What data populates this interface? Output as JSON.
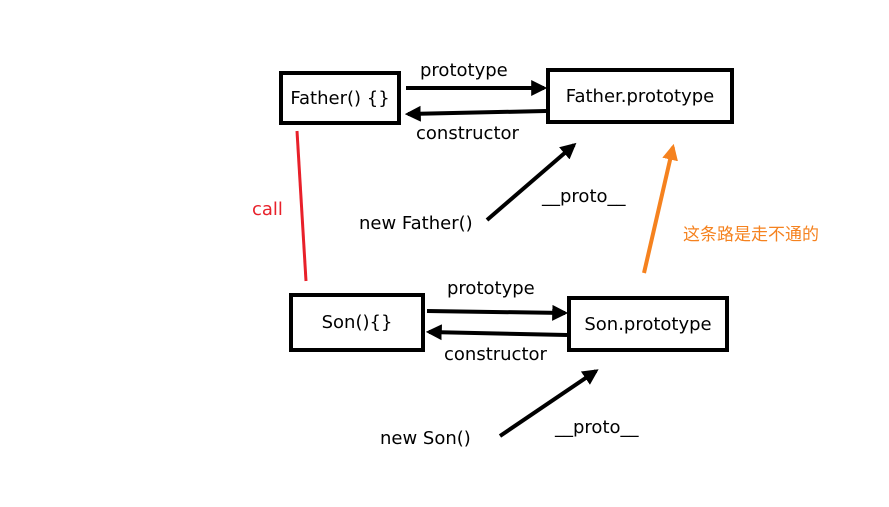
{
  "boxes": {
    "father": "Father() {}",
    "father_prototype": "Father.prototype",
    "son": "Son(){}",
    "son_prototype": "Son.prototype"
  },
  "labels": {
    "prototype_top": "prototype",
    "constructor_top": "constructor",
    "new_father": "new Father()",
    "proto_top": "__proto__",
    "call": "call",
    "prototype_bottom": "prototype",
    "constructor_bottom": "constructor",
    "new_son": "new Son()",
    "proto_bottom": "__proto__",
    "note": "这条路是走不通的"
  },
  "colors": {
    "line": "#000000",
    "call": "#e8202a",
    "note": "#f5821f"
  }
}
